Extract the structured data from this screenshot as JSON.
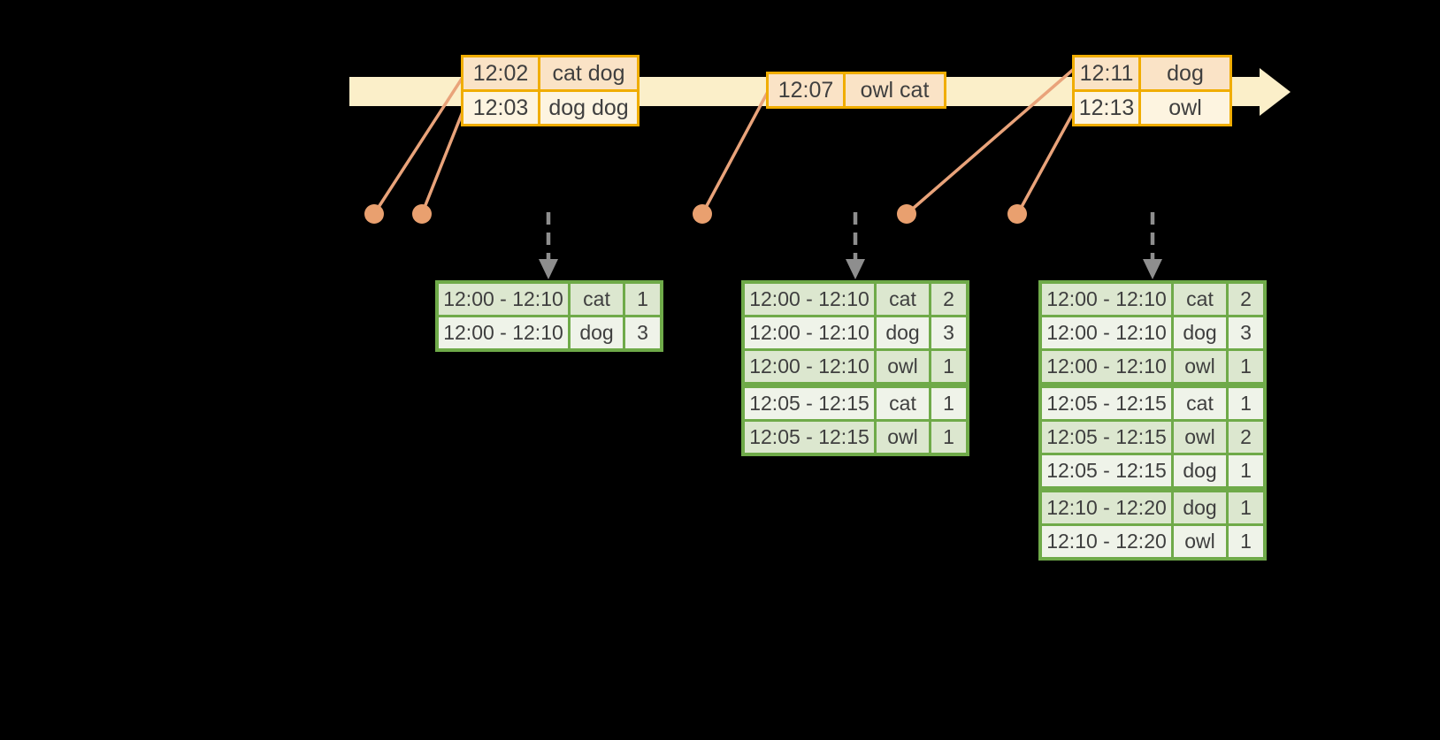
{
  "colors": {
    "background": "#000000",
    "timeline_fill": "#FBEFC9",
    "event_border": "#F0AD00",
    "event_row_fill_dark": "#FAE3C6",
    "event_row_fill_light": "#FDF4E0",
    "connector_salmon": "#E9A37A",
    "result_border_green": "#6FAA49",
    "result_row_fill_green": "#DCE7CF",
    "result_row_fill_white": "#EFF3E9",
    "dashed_arrow_gray": "#8E8E8E",
    "text": "#3F3F3F"
  },
  "timeline": {
    "events": [
      {
        "rows": [
          {
            "time": "12:02",
            "words": "cat dog"
          },
          {
            "time": "12:03",
            "words": "dog dog"
          }
        ]
      },
      {
        "rows": [
          {
            "time": "12:07",
            "words": "owl cat"
          }
        ]
      },
      {
        "rows": [
          {
            "time": "12:11",
            "words": "dog"
          },
          {
            "time": "12:13",
            "words": "owl"
          }
        ]
      }
    ]
  },
  "result_tables": [
    {
      "rows": [
        {
          "window": "12:00 - 12:10",
          "word": "cat",
          "count": 1
        },
        {
          "window": "12:00 - 12:10",
          "word": "dog",
          "count": 3
        }
      ]
    },
    {
      "rows": [
        {
          "window": "12:00 - 12:10",
          "word": "cat",
          "count": 2
        },
        {
          "window": "12:00 - 12:10",
          "word": "dog",
          "count": 3
        },
        {
          "window": "12:00 - 12:10",
          "word": "owl",
          "count": 1
        },
        {
          "window": "12:05 - 12:15",
          "word": "cat",
          "count": 1
        },
        {
          "window": "12:05 - 12:15",
          "word": "owl",
          "count": 1
        }
      ]
    },
    {
      "rows": [
        {
          "window": "12:00 - 12:10",
          "word": "cat",
          "count": 2
        },
        {
          "window": "12:00 - 12:10",
          "word": "dog",
          "count": 3
        },
        {
          "window": "12:00 - 12:10",
          "word": "owl",
          "count": 1
        },
        {
          "window": "12:05 - 12:15",
          "word": "cat",
          "count": 1
        },
        {
          "window": "12:05 - 12:15",
          "word": "owl",
          "count": 2
        },
        {
          "window": "12:05 - 12:15",
          "word": "dog",
          "count": 1
        },
        {
          "window": "12:10 - 12:20",
          "word": "dog",
          "count": 1
        },
        {
          "window": "12:10 - 12:20",
          "word": "owl",
          "count": 1
        }
      ]
    }
  ]
}
